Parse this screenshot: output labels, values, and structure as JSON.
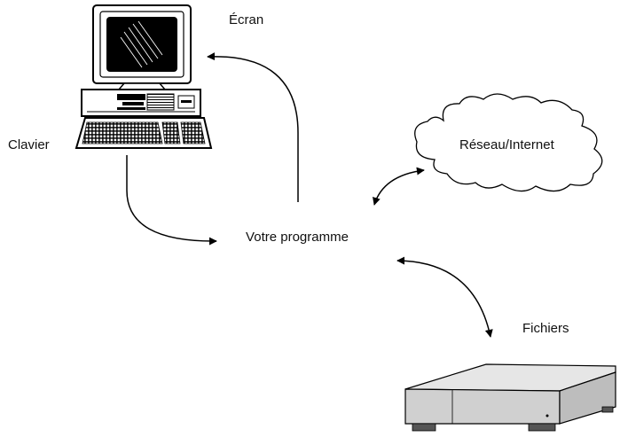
{
  "diagram": {
    "labels": {
      "screen": "Écran",
      "keyboard": "Clavier",
      "network": "Réseau/Internet",
      "program": "Votre programme",
      "files": "Fichiers"
    },
    "icons": {
      "computer": "computer-icon",
      "cloud": "cloud-icon",
      "storage": "disk-drive-icon"
    },
    "colors": {
      "ink": "#000000",
      "background": "#ffffff",
      "device_gray": "#d0d0d0"
    }
  }
}
